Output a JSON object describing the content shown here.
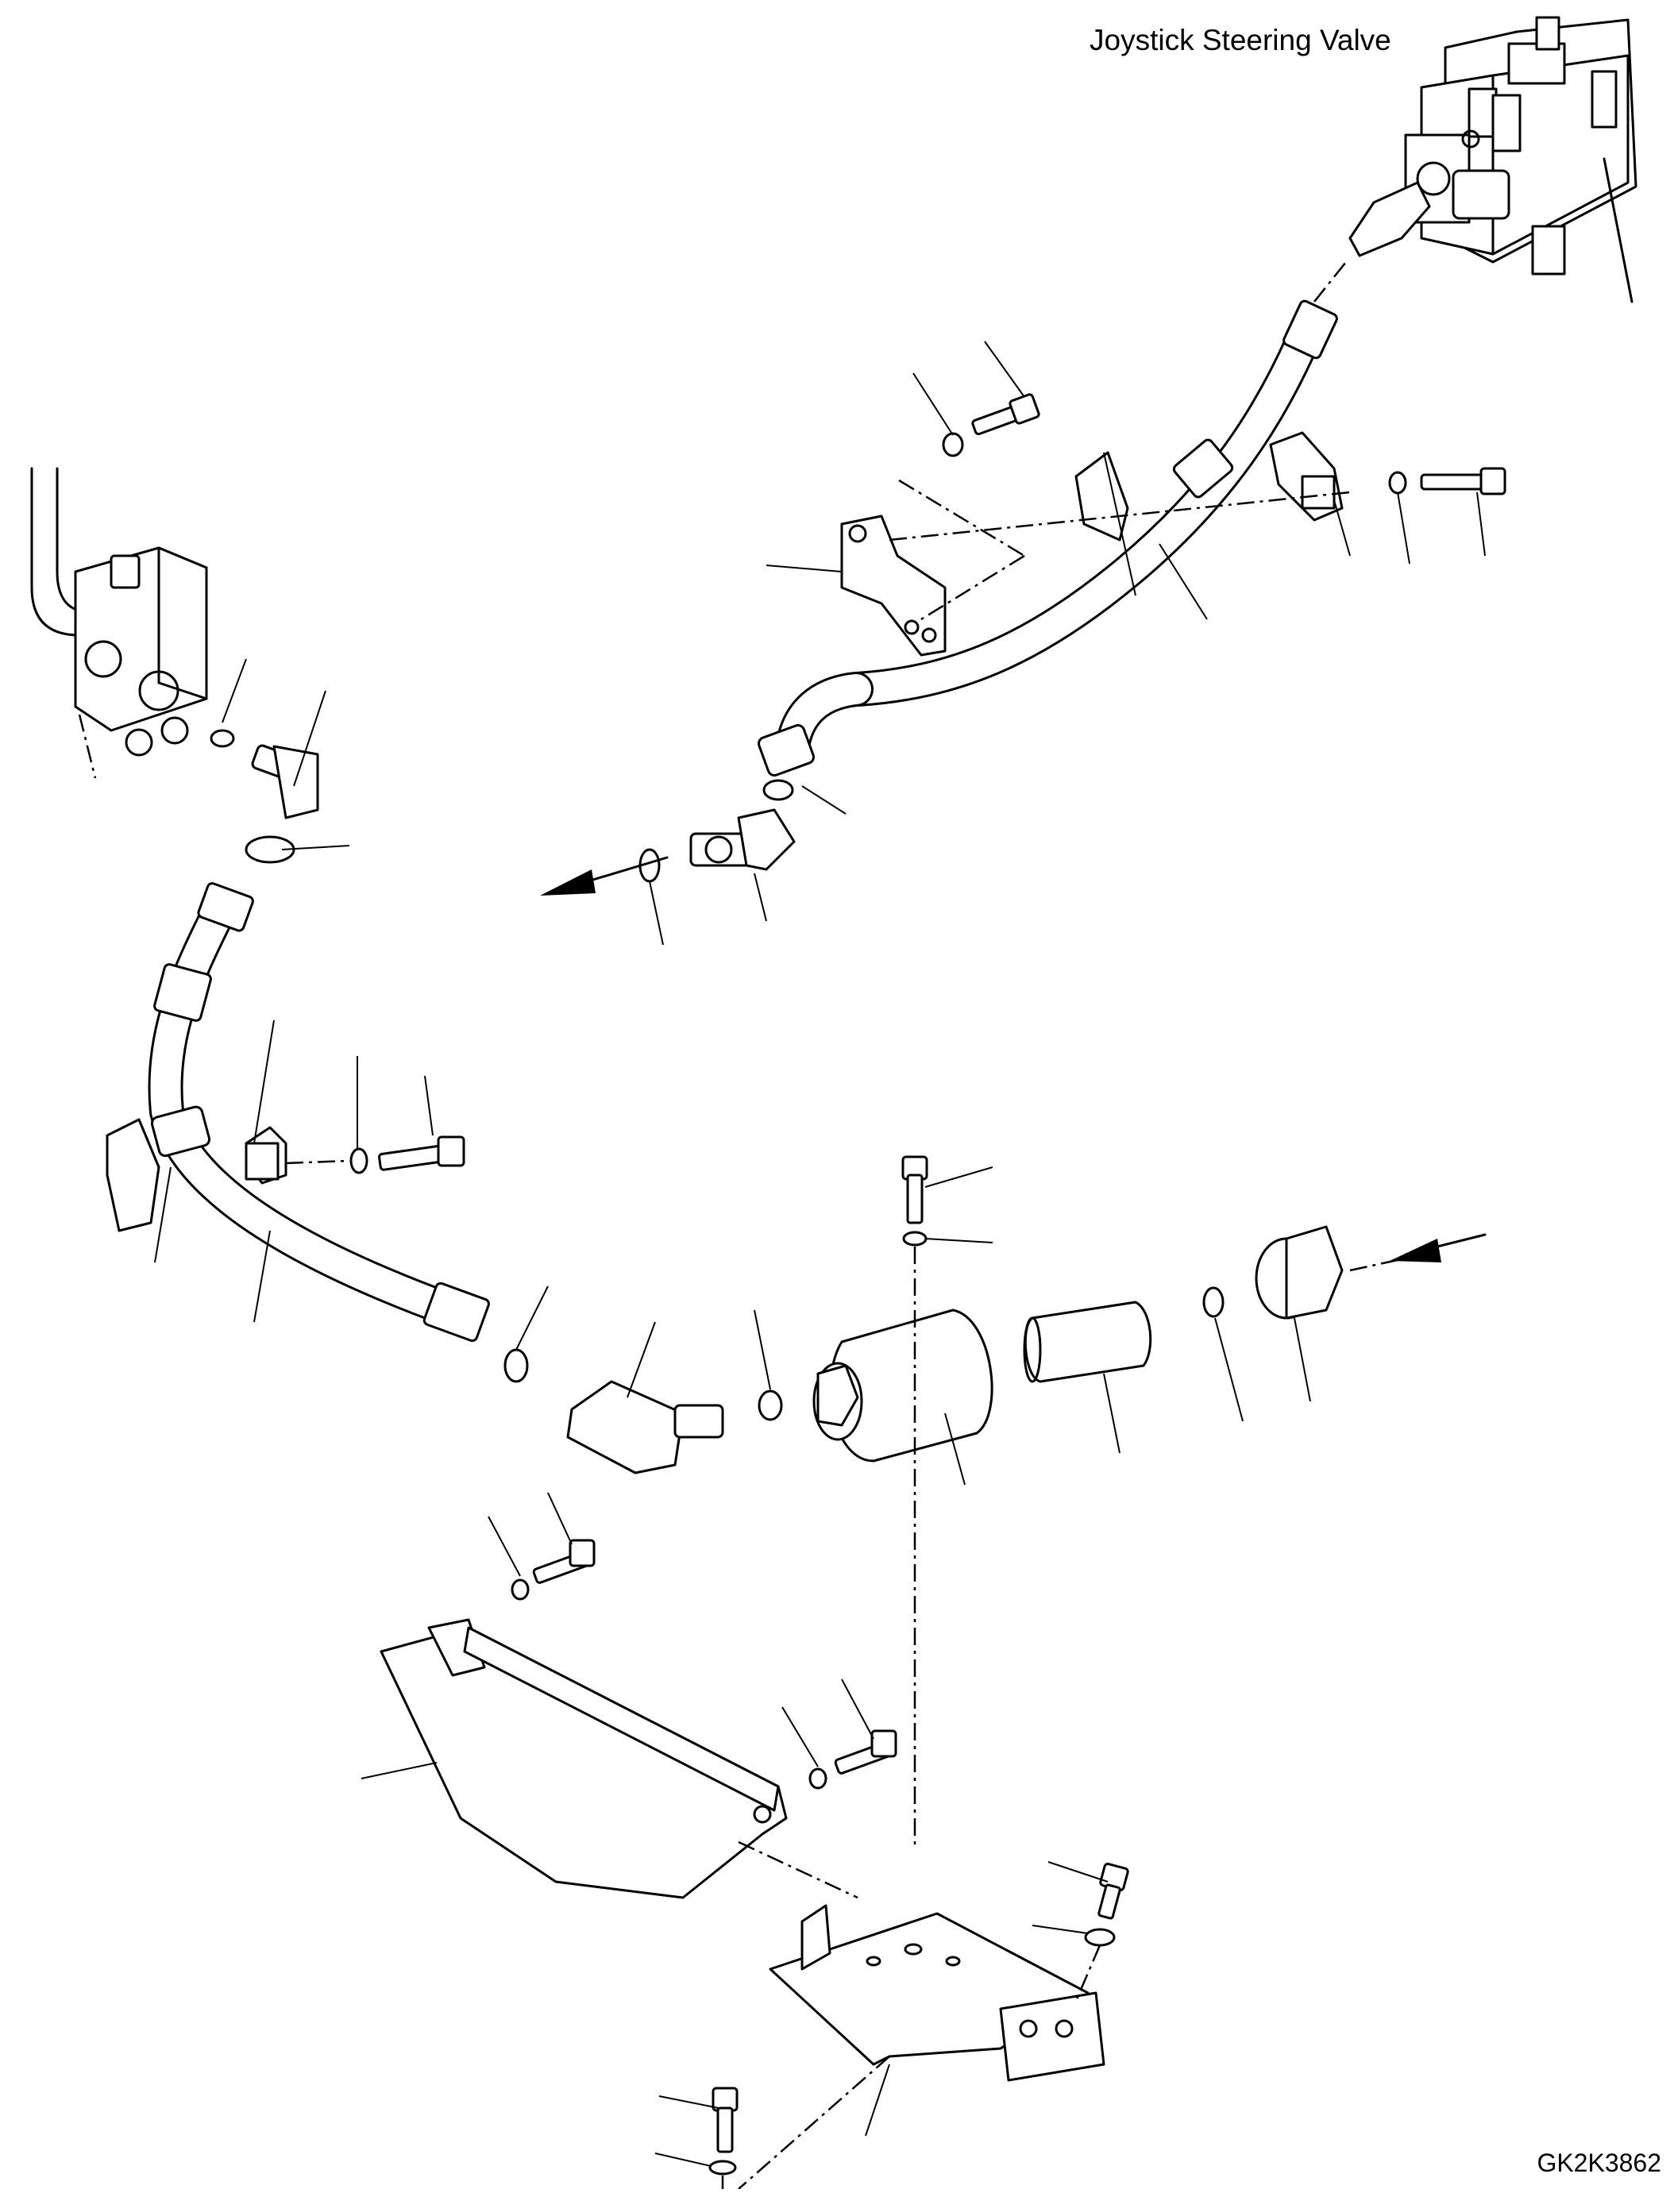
{
  "diagram": {
    "title": "Joystick Steering Valve",
    "drawing_code": "GK2K3862",
    "icons": [
      "joystick-steering-valve",
      "hose",
      "elbow-fitting",
      "o-ring",
      "bolt",
      "washer",
      "clamp",
      "bracket",
      "filter-housing",
      "filter-element",
      "plug-fitting",
      "cover-plate",
      "mounting-bracket",
      "manifold-block",
      "flow-arrow"
    ]
  }
}
